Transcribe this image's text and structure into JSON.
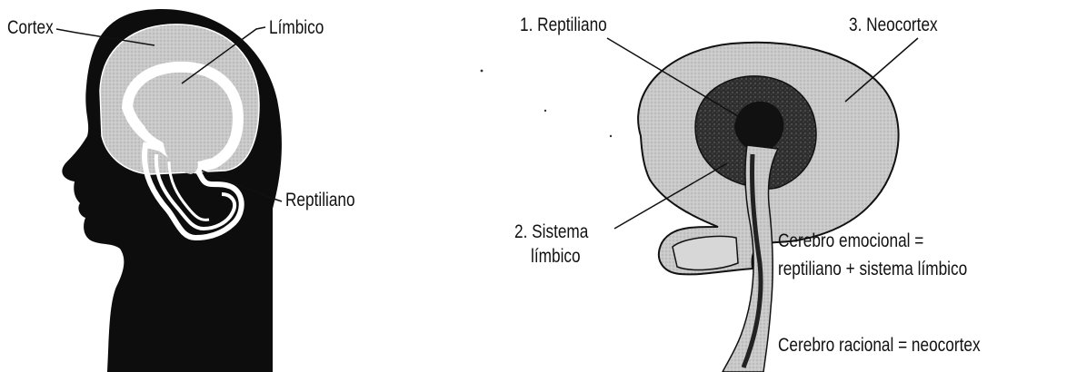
{
  "left_diagram": {
    "labels": {
      "cortex": "Cortex",
      "limbico": "Límbico",
      "reptiliano": "Reptiliano"
    }
  },
  "right_diagram": {
    "labels": {
      "reptiliano": "1. Reptiliano",
      "sistema_line1": "2. Sistema",
      "sistema_line2": "límbico",
      "neocortex": "3. Neocortex"
    },
    "notes": {
      "emocional_line1": "Cerebro emocional =",
      "emocional_line2": "reptiliano + sistema límbico",
      "racional": "Cerebro racional = neocortex"
    }
  },
  "colors": {
    "ink": "#111111",
    "head": "#0d0d0d",
    "cortex_fill": "#c7c7c7",
    "white_band": "#ffffff",
    "dark_core": "#3a3a3a"
  }
}
